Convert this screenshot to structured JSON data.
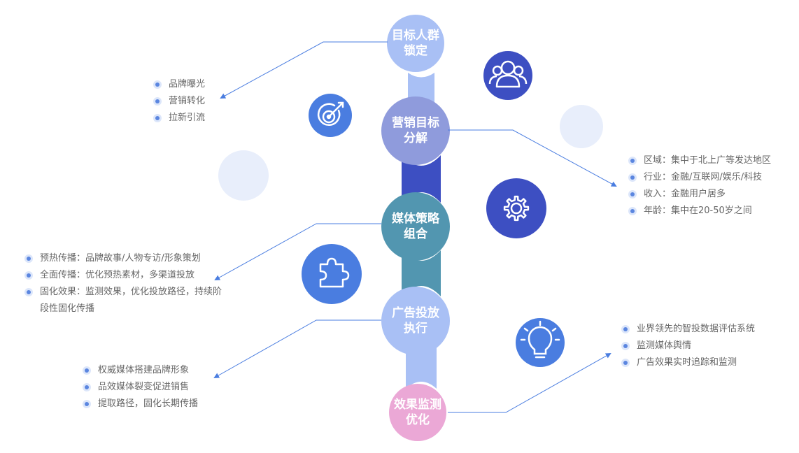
{
  "nodes": [
    {
      "line1": "目标人群",
      "line2": "锁定",
      "color": "#a9c0f5"
    },
    {
      "line1": "营销目标",
      "line2": "分解",
      "color": "#8f9bdc"
    },
    {
      "line1": "媒体策略",
      "line2": "组合",
      "color": "#5296b0"
    },
    {
      "line1": "广告投放",
      "line2": "执行",
      "color": "#a9c0f5"
    },
    {
      "line1": "效果监测",
      "line2": "优化",
      "color": "#eba8d6"
    }
  ],
  "connectors": [
    "#a9c0f5",
    "#3d4fc2",
    "#5296b0",
    "#a9c0f5"
  ],
  "icons": [
    {
      "name": "people-icon",
      "color": "#3d4fc2"
    },
    {
      "name": "target-icon",
      "color": "#4a7de0"
    },
    {
      "name": "gear-icon",
      "color": "#3d4fc2"
    },
    {
      "name": "puzzle-icon",
      "color": "#4a7de0"
    },
    {
      "name": "lightbulb-icon",
      "color": "#4a7de0"
    }
  ],
  "lists": {
    "brand_goals": [
      "品牌曝光",
      "营销转化",
      "拉新引流"
    ],
    "audience": [
      "区域：集中于北上广等发达地区",
      "行业：金融/互联网/娱乐/科技",
      "收入：金融用户居多",
      "年龄：集中在20-50岁之间"
    ],
    "media_strategy": [
      "预热传播：品牌故事/人物专访/形象策划",
      "全面传播：优化预热素材，多渠道投放",
      "固化效果：监测效果，优化投放路径，持续阶段性固化传播"
    ],
    "ad_execution": [
      "权威媒体搭建品牌形象",
      "品效媒体裂变促进销售",
      "提取路径，固化长期传播"
    ],
    "monitoring": [
      "业界领先的智投数据评估系统",
      "监测媒体舆情",
      "广告效果实时追踪和监测"
    ]
  },
  "colors": {
    "arrow": "#4a7de0",
    "bubble": "#e8eefb"
  }
}
